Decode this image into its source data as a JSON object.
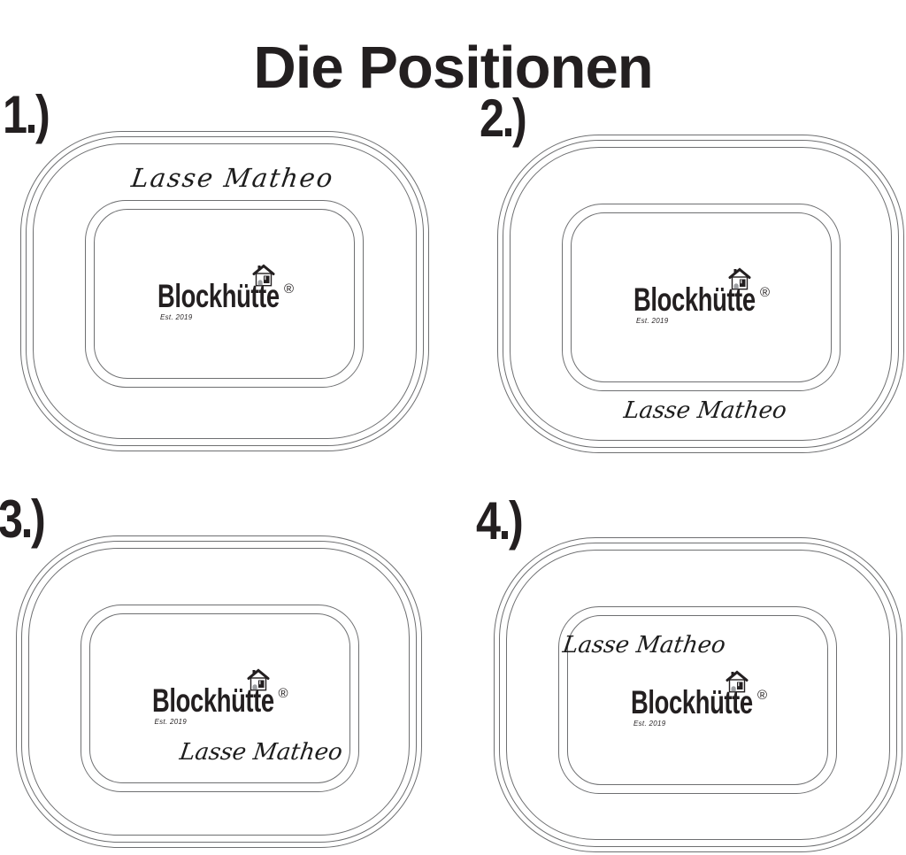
{
  "title": "Die Positionen",
  "colors": {
    "ink": "#231f20",
    "outline_gray": "#6e6f71",
    "door_gray": "#9d9fa2",
    "background": "#ffffff"
  },
  "logo": {
    "brand": "Blockhütte",
    "registered": "®",
    "established": "Est. 2019",
    "icon": "house-icon"
  },
  "panels": [
    {
      "label": "1.)",
      "name": "Lasse Matheo",
      "name_position": "top-rim-above-inner-panel"
    },
    {
      "label": "2.)",
      "name": "Lasse Matheo",
      "name_position": "bottom-rim-below-inner-panel"
    },
    {
      "label": "3.)",
      "name": "Lasse Matheo",
      "name_position": "inside-inner-panel-bottom-right"
    },
    {
      "label": "4.)",
      "name": "Lasse Matheo",
      "name_position": "inside-inner-panel-top-left"
    }
  ]
}
